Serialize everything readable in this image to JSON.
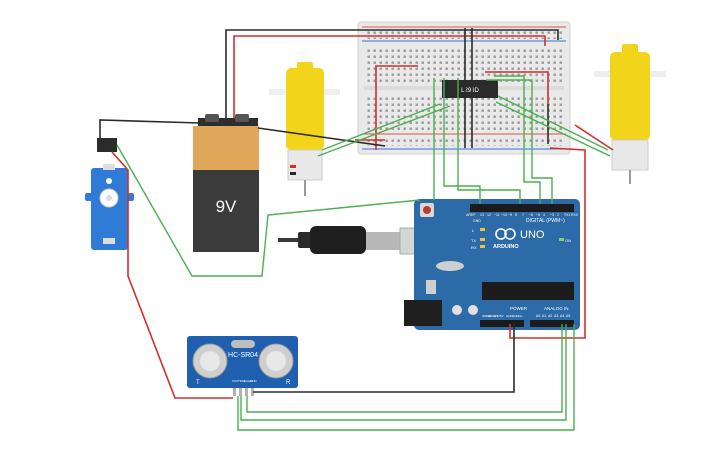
{
  "battery": {
    "label": "9V",
    "color_top": "#e0a65a",
    "color_body": "#3b3b3b"
  },
  "driver_chip": {
    "label": "L293D"
  },
  "arduino": {
    "logo_text": "ARDUINO",
    "model": "UNO",
    "header_digital": "DIGITAL (PWM~)",
    "header_power": "POWER",
    "header_analog": "ANALOG IN",
    "board_color": "#2c6aa8",
    "pin_aref": "AREF",
    "pin_gnd": "GND",
    "pins_digital": [
      "13",
      "12",
      "~11",
      "~10",
      "~9",
      "8",
      "7",
      "~6",
      "~5",
      "4",
      "~3",
      "2",
      "TX1",
      "RX0"
    ],
    "pins_power": [
      "IOREF",
      "RESET",
      "3.3V",
      "5V",
      "GND",
      "GND",
      "Vin"
    ],
    "pins_analog": [
      "A0",
      "A1",
      "A2",
      "A3",
      "A4",
      "A5"
    ],
    "led_l": "L",
    "led_tx": "TX",
    "led_rx": "RX",
    "led_on": "ON"
  },
  "ultrasonic": {
    "label": "HC-SR04",
    "mark_left": "T",
    "mark_right": "R",
    "pins": [
      "VCC",
      "TRIG",
      "ECHO",
      "GND"
    ]
  },
  "wire_colors": {
    "red": "#d0302b",
    "black": "#2b2b2b",
    "green": "#4caf50"
  },
  "motor_color": "#f2d41b",
  "servo_color": "#2f7bd6"
}
